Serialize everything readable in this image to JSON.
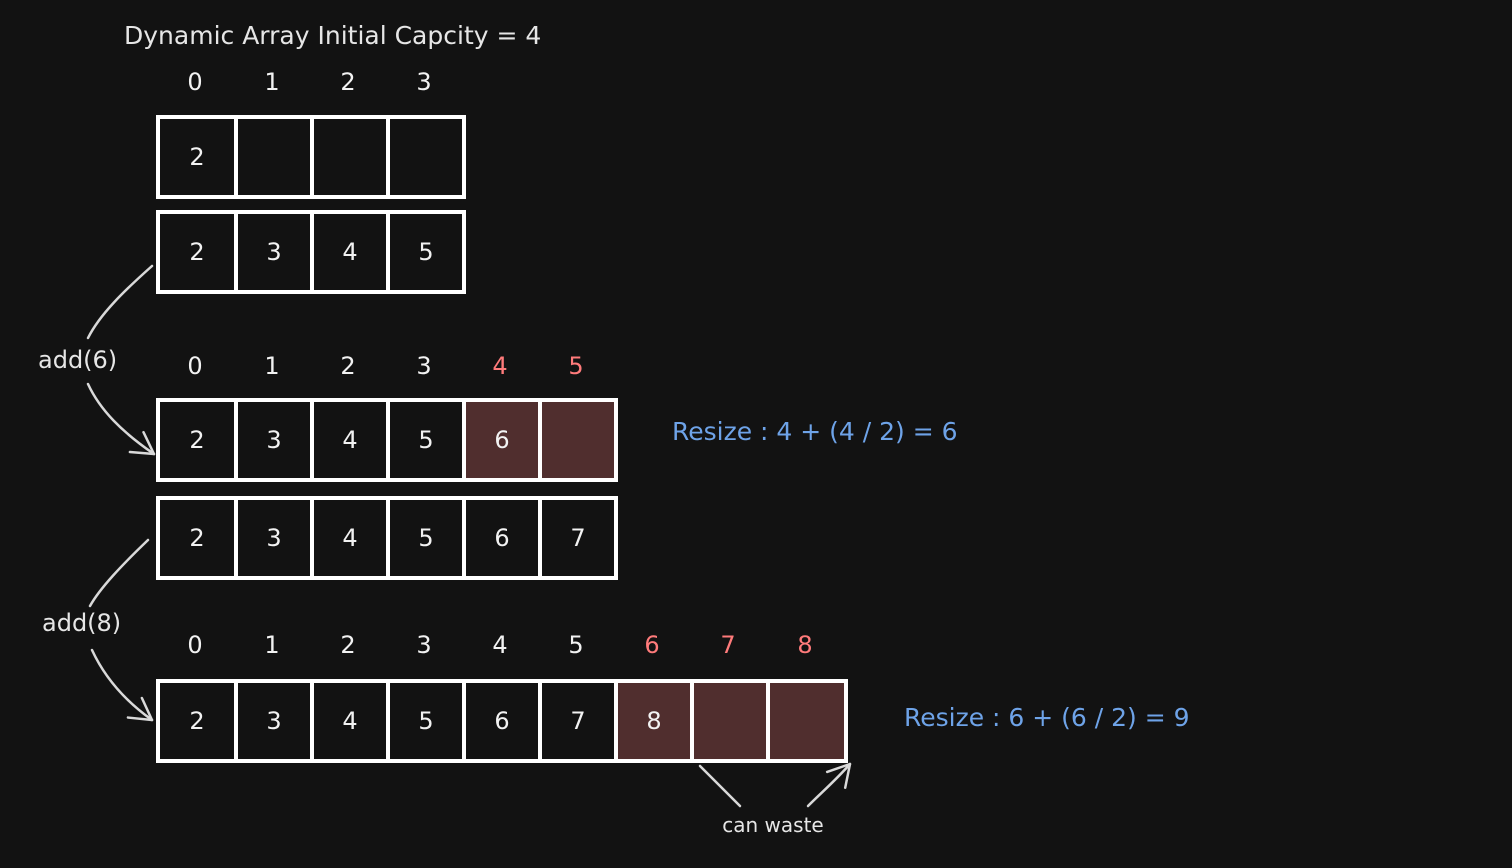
{
  "title": "Dynamic Array Initial Capcity = 4",
  "rows": [
    {
      "indices": [
        "0",
        "1",
        "2",
        "3"
      ],
      "new_index_count": 0,
      "values": [
        "2",
        "",
        "",
        ""
      ],
      "highlight": []
    },
    {
      "indices": [],
      "new_index_count": 0,
      "values": [
        "2",
        "3",
        "4",
        "5"
      ],
      "highlight": []
    },
    {
      "indices": [
        "0",
        "1",
        "2",
        "3",
        "4",
        "5"
      ],
      "new_index_count": 2,
      "values": [
        "2",
        "3",
        "4",
        "5",
        "6",
        ""
      ],
      "highlight": [
        4,
        5
      ]
    },
    {
      "indices": [],
      "new_index_count": 0,
      "values": [
        "2",
        "3",
        "4",
        "5",
        "6",
        "7"
      ],
      "highlight": []
    },
    {
      "indices": [
        "0",
        "1",
        "2",
        "3",
        "4",
        "5",
        "6",
        "7",
        "8"
      ],
      "new_index_count": 3,
      "values": [
        "2",
        "3",
        "4",
        "5",
        "6",
        "7",
        "8",
        "",
        ""
      ],
      "highlight": [
        6,
        7,
        8
      ]
    }
  ],
  "operations": [
    "add(6)",
    "add(8)"
  ],
  "resize_notes": [
    "Resize : 4 + (4 / 2) = 6",
    "Resize : 6 + (6 / 2) = 9"
  ],
  "waste_note": "can waste",
  "colors": {
    "background": "#121212",
    "cell_border": "#ffffff",
    "new_cell_fill": "#502e2e",
    "new_index": "#ff7b7b",
    "resize_text": "#6ea3e8"
  }
}
